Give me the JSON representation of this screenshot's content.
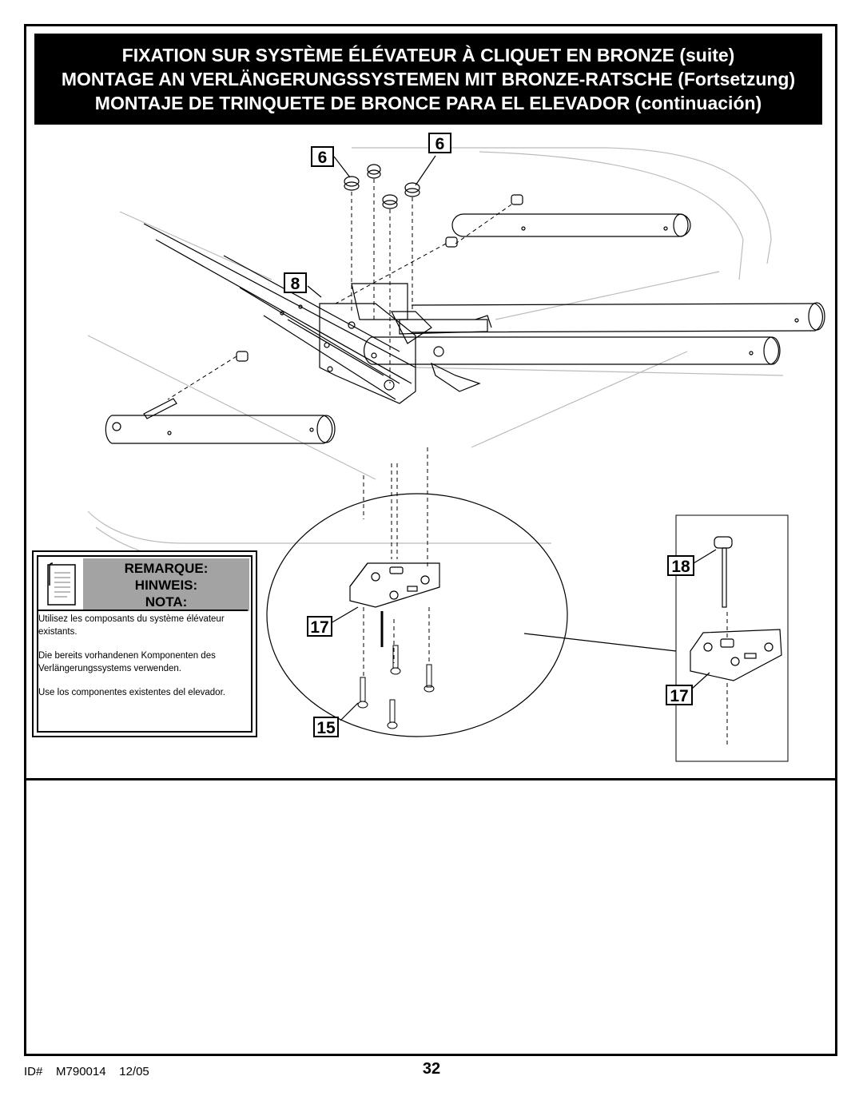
{
  "header": {
    "line_fr": "FIXATION SUR SYSTÈME ÉLÉVATEUR À CLIQUET EN BRONZE (suite)",
    "line_de": "MONTAGE AN VERLÄNGERUNGSSYSTEMEN MIT BRONZE-RATSCHE (Fortsetzung)",
    "line_es": "MONTAJE DE TRINQUETE DE BRONCE PARA EL ELEVADOR (continuación)"
  },
  "callouts": {
    "nut_left": "6",
    "nut_right": "6",
    "bracket": "8",
    "mount_plate": "17",
    "bolts": "15",
    "bolt_detail": "18",
    "plate_detail": "17"
  },
  "note": {
    "title_fr": "REMARQUE:",
    "title_de": "HINWEIS:",
    "title_es": "NOTA:",
    "text_fr": "Utilisez les composants du système élévateur existants.",
    "text_de": "Die bereits vorhandenen Komponenten des Verlängerungssystems verwenden.",
    "text_es": "Use los componentes existentes del elevador."
  },
  "footer": {
    "doc_id": "ID#    M790014    12/05",
    "page_number": "32"
  }
}
